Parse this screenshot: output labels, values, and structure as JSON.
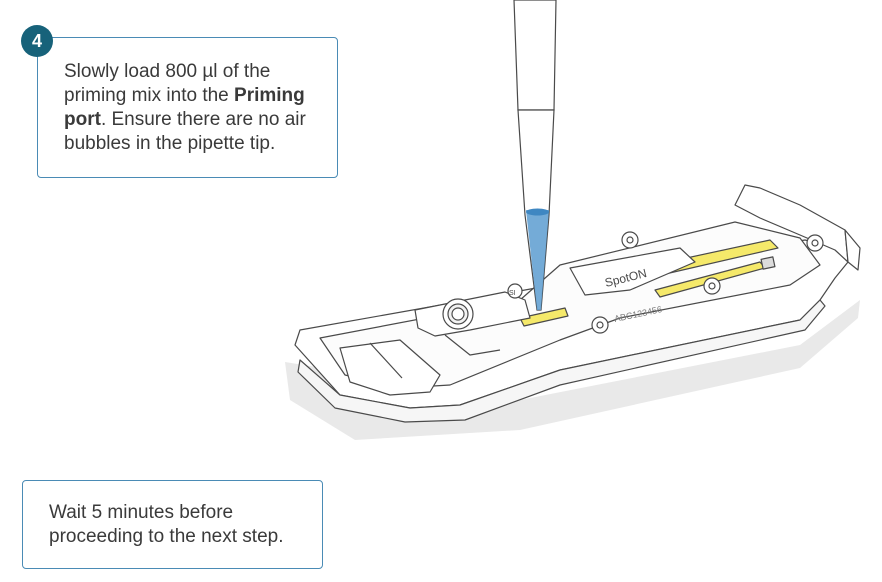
{
  "step": {
    "number": "4",
    "text_parts": [
      "Slowly load 800 µl of the priming mix into the ",
      "Priming port",
      ". Ensure there are no air bubbles in the pipette tip."
    ]
  },
  "note": {
    "text": "Wait 5 minutes before proceeding to the next step."
  },
  "flowcell": {
    "brand_label": "SpotON",
    "port_label": "SI",
    "serial_label": "ABC123456"
  },
  "colors": {
    "badge": "#17627a",
    "box_border": "#4a8bb5",
    "liquid": "#5c9cd0",
    "channel": "#f5e96a",
    "outline": "#4a4a4a",
    "shadow": "#e9e9e9"
  }
}
